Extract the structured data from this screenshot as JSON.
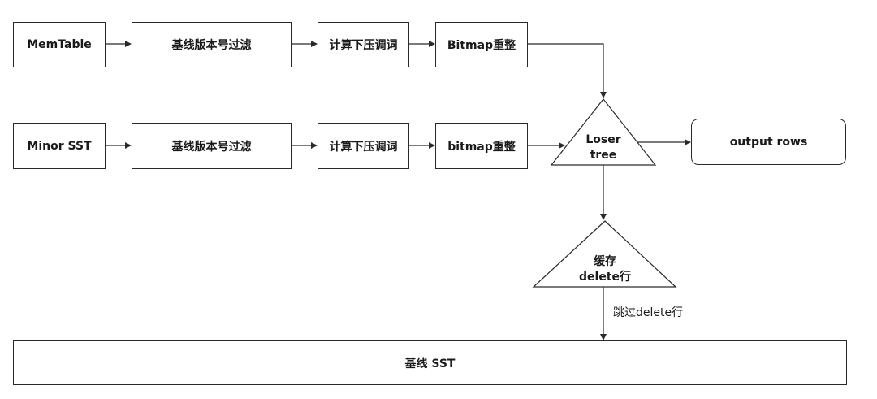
{
  "nodes": {
    "memtable": "MemTable",
    "filter_1": "基线版本号过滤",
    "pushdown_1": "计算下压调词",
    "bitmap_1": "Bitmap重整",
    "minor_sst": "Minor SST",
    "filter_2": "基线版本号过滤",
    "pushdown_2": "计算下压调词",
    "bitmap_2": "bitmap重整",
    "loser_tree_line1": "Loser",
    "loser_tree_line2": "tree",
    "output_rows": "output rows",
    "cache_delete_line1": "缓存",
    "cache_delete_line2": "delete行",
    "baseline_sst": "基线 SST"
  },
  "edges": {
    "skip_delete_label": "跳过delete行"
  },
  "colors": {
    "stroke": "#2a2a2a",
    "text": "#1a1a1a",
    "background": "#ffffff"
  }
}
